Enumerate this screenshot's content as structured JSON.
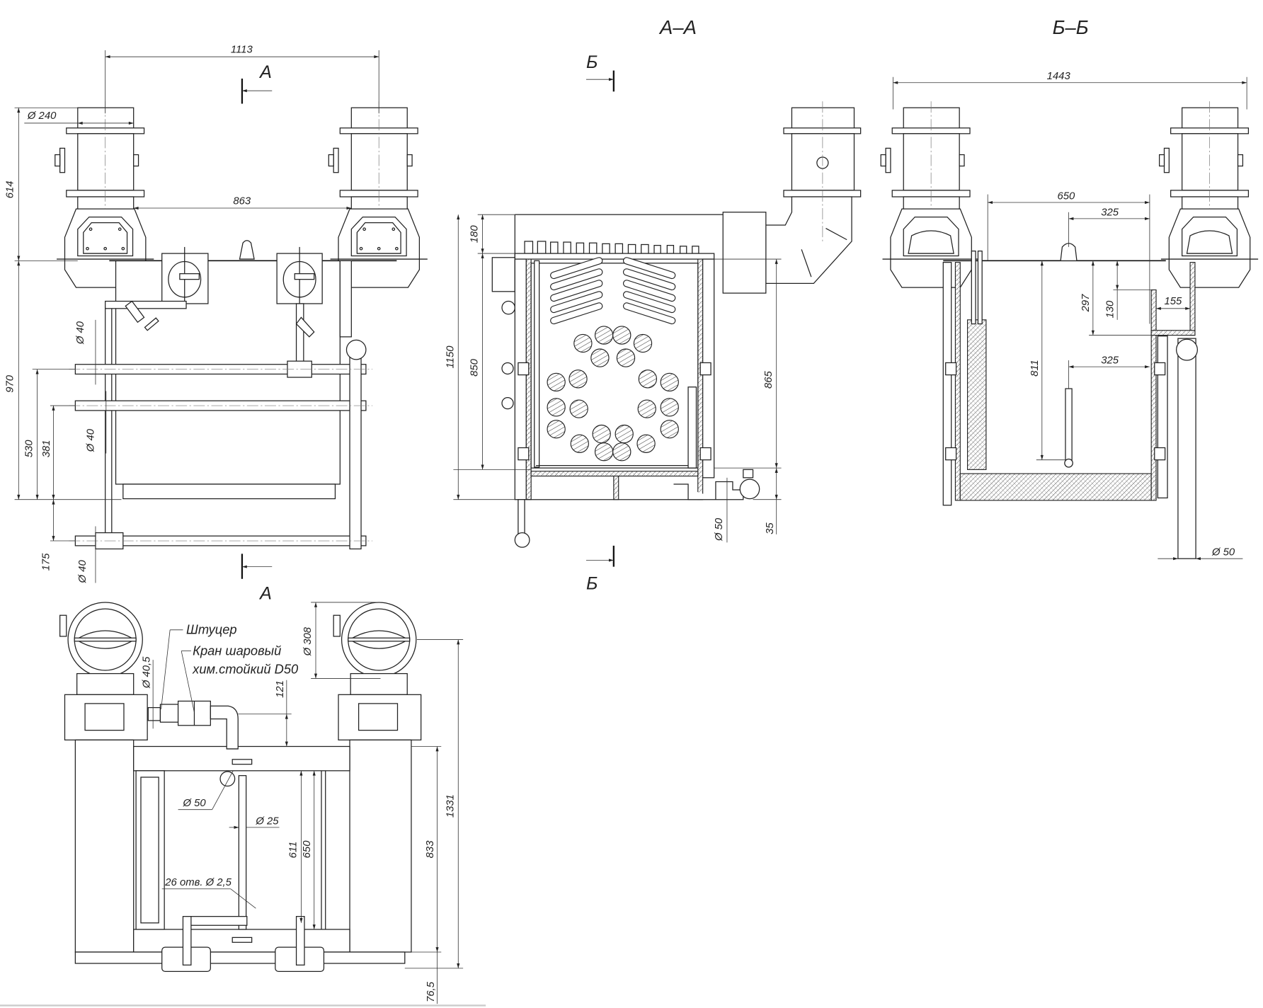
{
  "front_view": {
    "dim_1113": "1113",
    "dim_863": "863",
    "dim_d240": "Ø 240",
    "dim_614": "614",
    "dim_970": "970",
    "dim_530": "530",
    "dim_381": "381",
    "dim_175": "175",
    "dim_d40_a": "Ø 40",
    "dim_d40_b": "Ø 40",
    "dim_d40_c": "Ø 40",
    "section_top": "А",
    "section_bottom": "А"
  },
  "top_view": {
    "label_fitting": "Штуцер",
    "label_valve_1": "Кран шаровый",
    "label_valve_2": "хим.стойкий D50",
    "dim_d40_5": "Ø 40,5",
    "dim_d308": "Ø 308",
    "dim_121": "121",
    "dim_d50": "Ø 50",
    "dim_d25": "Ø 25",
    "dim_holes": "26 отв. Ø 2,5",
    "dim_611": "611",
    "dim_650": "650",
    "dim_833": "833",
    "dim_1331": "1331",
    "dim_76_5": "76,5"
  },
  "section_aa": {
    "title": "А–А",
    "mark_top": "Б",
    "mark_bottom": "Б",
    "dim_180": "180",
    "dim_850": "850",
    "dim_1150": "1150",
    "dim_865": "865",
    "dim_35": "35",
    "dim_d50": "Ø 50"
  },
  "section_bb": {
    "title": "Б–Б",
    "dim_1443": "1443",
    "dim_650": "650",
    "dim_325_top": "325",
    "dim_811": "811",
    "dim_297": "297",
    "dim_130": "130",
    "dim_155": "155",
    "dim_325_mid": "325",
    "dim_d50": "Ø 50"
  }
}
